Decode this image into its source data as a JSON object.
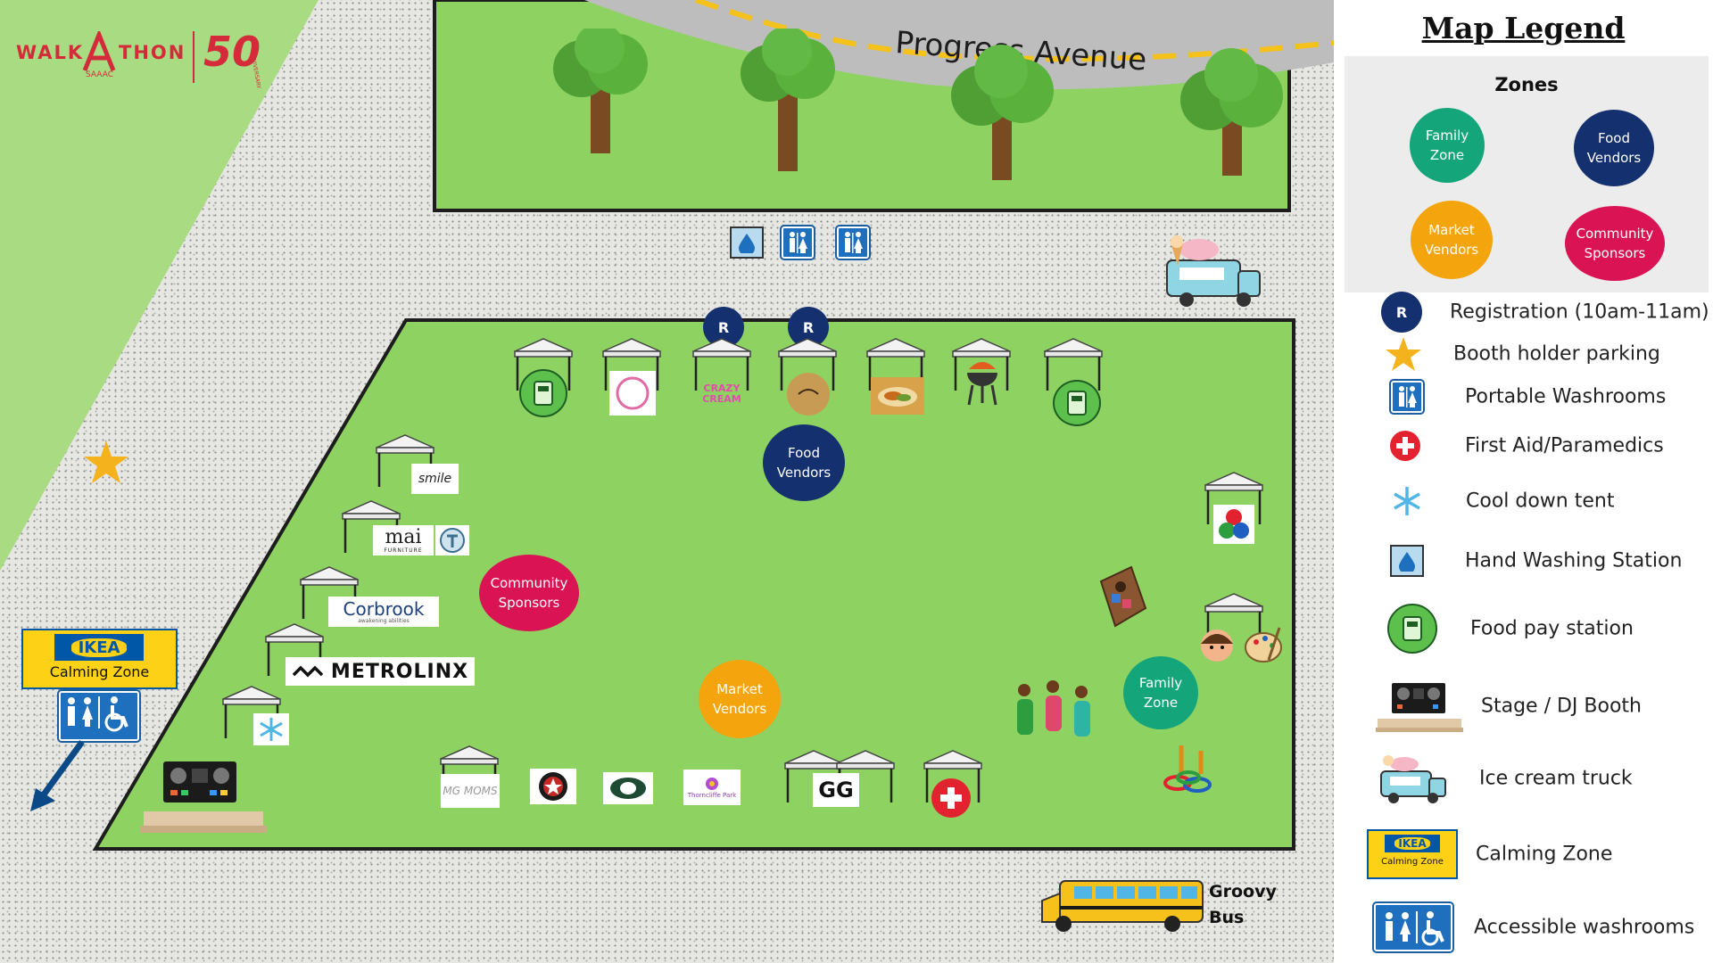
{
  "colors": {
    "grass": "#8ed262",
    "road": "#bdbdbd",
    "road_line": "#f4c21a",
    "family": "#14a67a",
    "food": "#14306e",
    "market": "#f4a40c",
    "community": "#d91354",
    "brand_red": "#d42b3a",
    "ikea_blue": "#0057a8",
    "ikea_yellow": "#fcd116"
  },
  "brand": {
    "left": "WALK",
    "right": "THON",
    "small": "SAAAC",
    "anniversary": "50",
    "arc": "ANNIVERSARY"
  },
  "map": {
    "road_name": "Progress Avenue",
    "registration_letter": "R",
    "zones": {
      "food": "Food\nVendors",
      "community": "Community\nSponsors",
      "market": "Market\nVendors",
      "family": "Family\nZone"
    },
    "sponsors": {
      "smile": "smile",
      "mai": "mai",
      "mai_sub": "FURNITURE",
      "corbrook": "Corbrook",
      "corbrook_sub": "awakening abilities",
      "metrolinx": "METROLINX",
      "gg": "GG",
      "mg_moms": "MG MOMS",
      "thorncliffe": "Thorncliffe Park",
      "crazy_cream": "CRAZY CREAM"
    },
    "ikea": {
      "brand": "IKEA",
      "label": "Calming Zone"
    },
    "bus_label": "Groovy\nBus"
  },
  "legend": {
    "title": "Map Legend",
    "zones_title": "Zones",
    "zones": [
      "Family\nZone",
      "Food\nVendors",
      "Market\nVendors",
      "Community\nSponsors"
    ],
    "ikea_brand": "IKEA",
    "ikea_label": "Calming Zone",
    "items": [
      "Registration (10am-11am)",
      "Booth holder parking",
      "Portable Washrooms",
      "First Aid/Paramedics",
      "Cool down tent",
      "Hand Washing Station",
      "Food pay station",
      "Stage / DJ Booth",
      "Ice cream truck",
      "Calming Zone",
      "Accessible washrooms"
    ]
  }
}
